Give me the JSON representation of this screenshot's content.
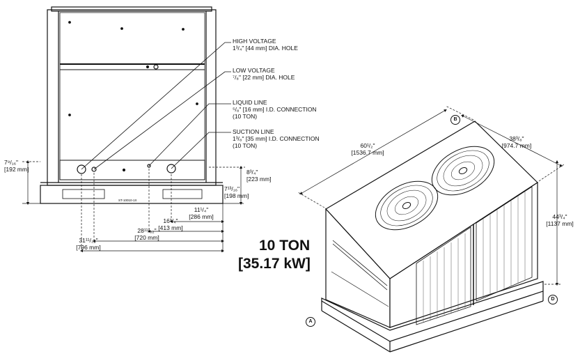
{
  "callouts": [
    {
      "title": "HIGH VOLTAGE",
      "detail": "1³/₄\" [44 mm] DIA. HOLE"
    },
    {
      "title": "LOW VOLTAGE",
      "detail": "⁷/₈\" [22 mm] DIA. HOLE"
    },
    {
      "title": "LIQUID LINE",
      "detail": "⁵/₈\" [16 mm] I.D. CONNECTION",
      "note": "(10 TON)"
    },
    {
      "title": "SUCTION LINE",
      "detail": "1³/₈\" [35 mm] I.D. CONNECTION",
      "note": "(10 TON)"
    }
  ],
  "front_view_dims": {
    "left_height": {
      "imperial": "7⁹/₁₆\"",
      "metric": "[192 mm]"
    },
    "right_upper": {
      "imperial": "8³/₄\"",
      "metric": "[223 mm]"
    },
    "right_lower": {
      "imperial": "7¹³/₁₆\"",
      "metric": "[198 mm]"
    },
    "h1": {
      "imperial": "11¹/₄\"",
      "metric": "[286 mm]"
    },
    "h2": {
      "imperial": "16¹/₄\"",
      "metric": "[413 mm]"
    },
    "h3": {
      "imperial": "28¹¹/₃₂\"",
      "metric": "[720 mm]"
    },
    "h4": {
      "imperial": "31¹¹/₃₂\"",
      "metric": "[796 mm]"
    }
  },
  "unit_dims": {
    "length": {
      "imperial": "60¹/₂\"",
      "metric": "[1536.7 mm]"
    },
    "width": {
      "imperial": "38³/₈\"",
      "metric": "[974.7 mm]"
    },
    "height": {
      "imperial": "44³/₄\"",
      "metric": "[1137 mm]"
    }
  },
  "rating": {
    "capacity": "10 TON",
    "power": "[35.17 kW]"
  },
  "corner_markers": [
    "A",
    "B",
    "D"
  ]
}
